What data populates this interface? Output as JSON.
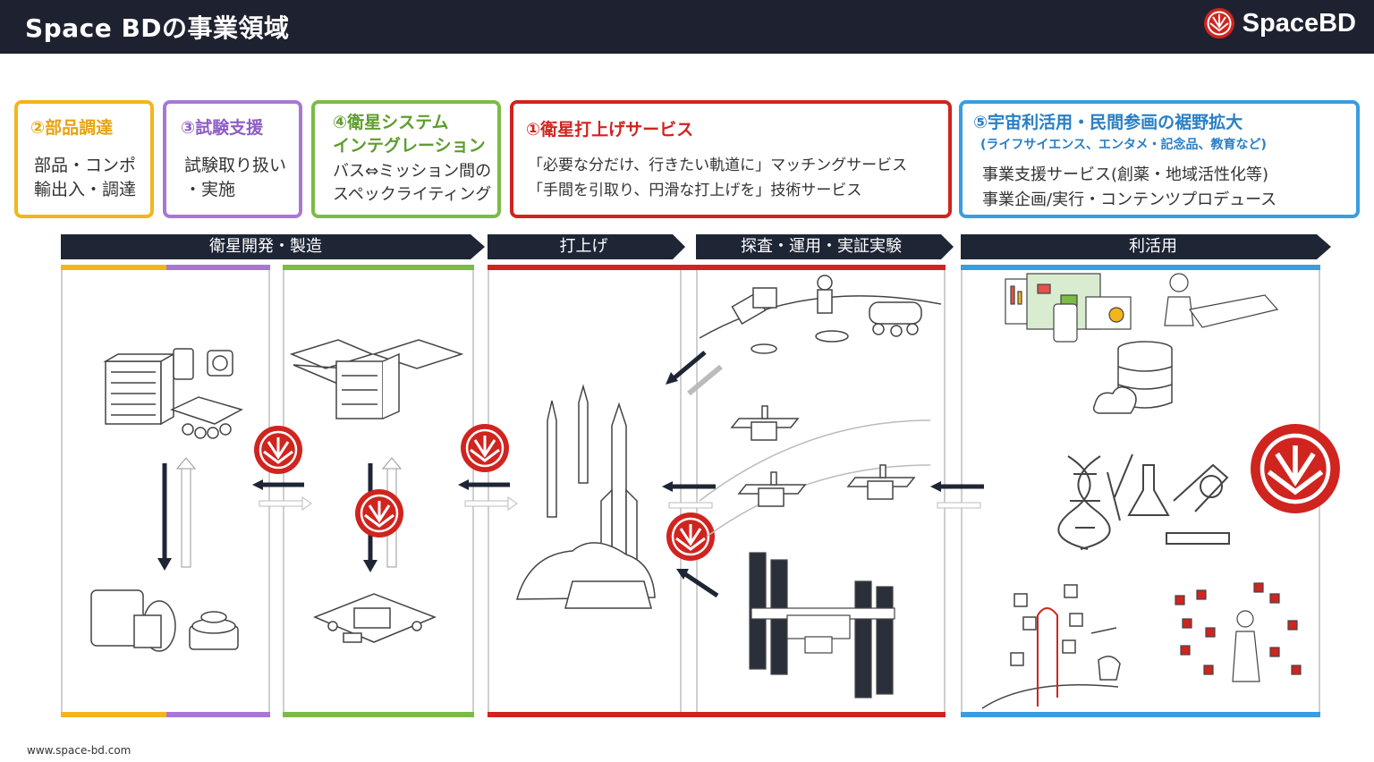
{
  "header": {
    "title": "Space BDの事業領域",
    "logo_text": "SpaceBD"
  },
  "boxes": {
    "parts": {
      "title": "②部品調達",
      "lines": [
        "部品・コンポ",
        "輸出入・調達"
      ],
      "color": "#f2b51b"
    },
    "testing": {
      "title": "③試験支援",
      "lines": [
        "試験取り扱い",
        "・実施"
      ],
      "color": "#a877d6"
    },
    "integration": {
      "title_lines": [
        "④衛星システム",
        "インテグレーション"
      ],
      "lines": [
        "バス⇔ミッション間の",
        "スペックライティング"
      ],
      "color": "#7cbb45"
    },
    "launch": {
      "title": "①衛星打上げサービス",
      "lines": [
        "「必要な分だけ、行きたい軌道に」マッチングサービス",
        "「手間を引取り、円滑な打上げを」技術サービス"
      ],
      "color": "#d0241f"
    },
    "utilization": {
      "title": "⑤宇宙利活用・民間参画の裾野拡大",
      "subtitle": "(ライフサイエンス、エンタメ・記念品、教育など)",
      "lines": [
        "事業支援サービス(創薬・地域活性化等)",
        "事業企画/実行・コンテンツプロデュース"
      ],
      "color": "#3a9de0"
    }
  },
  "banners": {
    "dev": "衛星開発・製造",
    "launch": "打上げ",
    "ops": "探査・運用・実証実験",
    "use": "利活用"
  },
  "colors": {
    "navy": "#1e2535",
    "red": "#d0241f",
    "yellow": "#f2b51b",
    "purple": "#a877d6",
    "green": "#7cbb45",
    "blue": "#3a9de0"
  },
  "footer": {
    "url": "www.space-bd.com"
  }
}
